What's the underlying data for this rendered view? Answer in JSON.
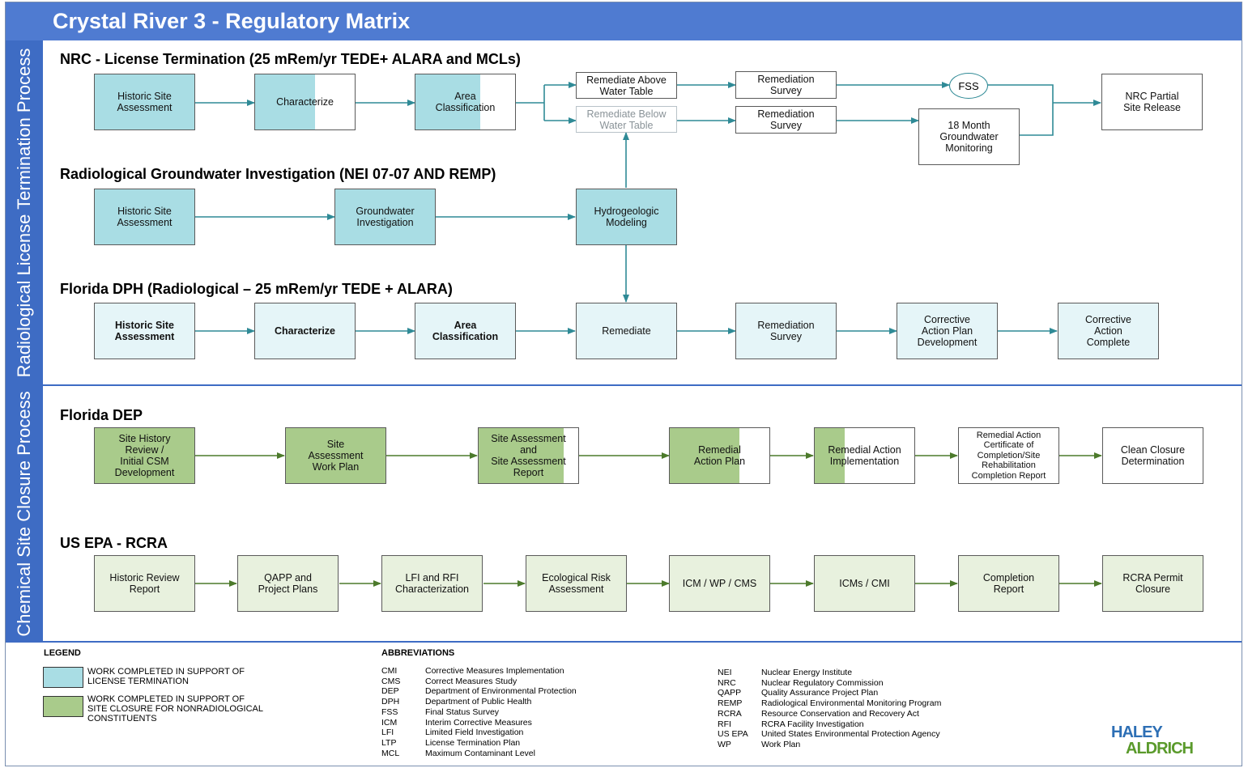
{
  "title": "Crystal River 3 - Regulatory Matrix",
  "sidebar": {
    "radiological": "Radiological License Termination Process",
    "chemical": "Chemical Site Closure Process"
  },
  "sections": {
    "nrc": "NRC - License Termination (25 mRem/yr TEDE+ ALARA and MCLs)",
    "rgi": "Radiological Groundwater Investigation (NEI 07-07 AND REMP)",
    "fdph": "Florida DPH (Radiological – 25 mRem/yr TEDE + ALARA)",
    "fdep": "Florida DEP",
    "epa": "US EPA - RCRA"
  },
  "nodes": {
    "nrc_hsa": "Historic Site\nAssessment",
    "nrc_char": "Characterize",
    "nrc_area": "Area\nClassification",
    "nrc_rem_above": "Remediate Above\nWater Table",
    "nrc_rem_below": "Remediate Below\nWater Table",
    "nrc_survey1": "Remediation\nSurvey",
    "nrc_survey2": "Remediation\nSurvey",
    "nrc_fss": "FSS",
    "nrc_gwmon": "18 Month\nGroundwater\nMonitoring",
    "nrc_release": "NRC Partial\nSite Release",
    "rgi_hsa": "Historic Site\nAssessment",
    "rgi_gwi": "Groundwater\nInvestigation",
    "rgi_hydro": "Hydrogeologic\nModeling",
    "dph_hsa": "Historic Site\nAssessment",
    "dph_char": "Characterize",
    "dph_area": "Area\nClassification",
    "dph_rem": "Remediate",
    "dph_survey": "Remediation\nSurvey",
    "dph_capd": "Corrective\nAction Plan\nDevelopment",
    "dph_cac": "Corrective\nAction\nComplete",
    "dep_shr": "Site History\nReview /\nInitial CSM\nDevelopment",
    "dep_sawp": "Site\nAssessment\nWork Plan",
    "dep_sar": "Site Assessment\nand\nSite Assessment\nReport",
    "dep_rap": "Remedial\nAction Plan",
    "dep_rai": "Remedial Action\nImplementation",
    "dep_racc": "Remedial Action\nCertificate of\nCompletion/Site\nRehabilitation\nCompletion Report",
    "dep_ccd": "Clean Closure\nDetermination",
    "epa_hrr": "Historic Review\nReport",
    "epa_qapp": "QAPP and\nProject Plans",
    "epa_lfi": "LFI and RFI\nCharacterization",
    "epa_era": "Ecological Risk\nAssessment",
    "epa_icm": "ICM / WP / CMS",
    "epa_icms": "ICMs / CMI",
    "epa_comp": "Completion\nReport",
    "epa_rcra": "RCRA Permit\nClosure"
  },
  "progress": {
    "nrc_char": 0.6,
    "nrc_area": 0.65,
    "dep_sar": 0.85,
    "dep_rap": 0.7,
    "dep_rai": 0.3
  },
  "legend": {
    "title": "LEGEND",
    "items": [
      {
        "color": "#a9dde4",
        "text": "WORK COMPLETED IN SUPPORT OF\nLICENSE TERMINATION"
      },
      {
        "color": "#a9cb8b",
        "text": "WORK COMPLETED IN SUPPORT OF\nSITE CLOSURE FOR NONRADIOLOGICAL\nCONSTITUENTS"
      }
    ]
  },
  "abbreviations": {
    "title": "ABBREVIATIONS",
    "col1": [
      {
        "code": "CMI",
        "meaning": "Corrective Measures Implementation"
      },
      {
        "code": "CMS",
        "meaning": "Correct Measures Study"
      },
      {
        "code": "DEP",
        "meaning": "Department of Environmental Protection"
      },
      {
        "code": "DPH",
        "meaning": "Department of Public Health"
      },
      {
        "code": "FSS",
        "meaning": "Final Status Survey"
      },
      {
        "code": "ICM",
        "meaning": "Interim Corrective Measures"
      },
      {
        "code": "LFI",
        "meaning": "Limited Field Investigation"
      },
      {
        "code": "LTP",
        "meaning": "License Termination Plan"
      },
      {
        "code": "MCL",
        "meaning": "Maximum Contaminant Level"
      }
    ],
    "col2": [
      {
        "code": "NEI",
        "meaning": "Nuclear Energy Institute"
      },
      {
        "code": "NRC",
        "meaning": "Nuclear Regulatory Commission"
      },
      {
        "code": "QAPP",
        "meaning": "Quality Assurance Project Plan"
      },
      {
        "code": "REMP",
        "meaning": "Radiological Environmental Monitoring Program"
      },
      {
        "code": "RCRA",
        "meaning": "Resource Conservation and Recovery Act"
      },
      {
        "code": "RFI",
        "meaning": "RCRA Facility Investigation"
      },
      {
        "code": "US EPA",
        "meaning": "United States Environmental Protection Agency"
      },
      {
        "code": "WP",
        "meaning": "Work Plan"
      }
    ]
  },
  "logo": {
    "line1": "HALEY",
    "line2": "ALDRICH"
  }
}
